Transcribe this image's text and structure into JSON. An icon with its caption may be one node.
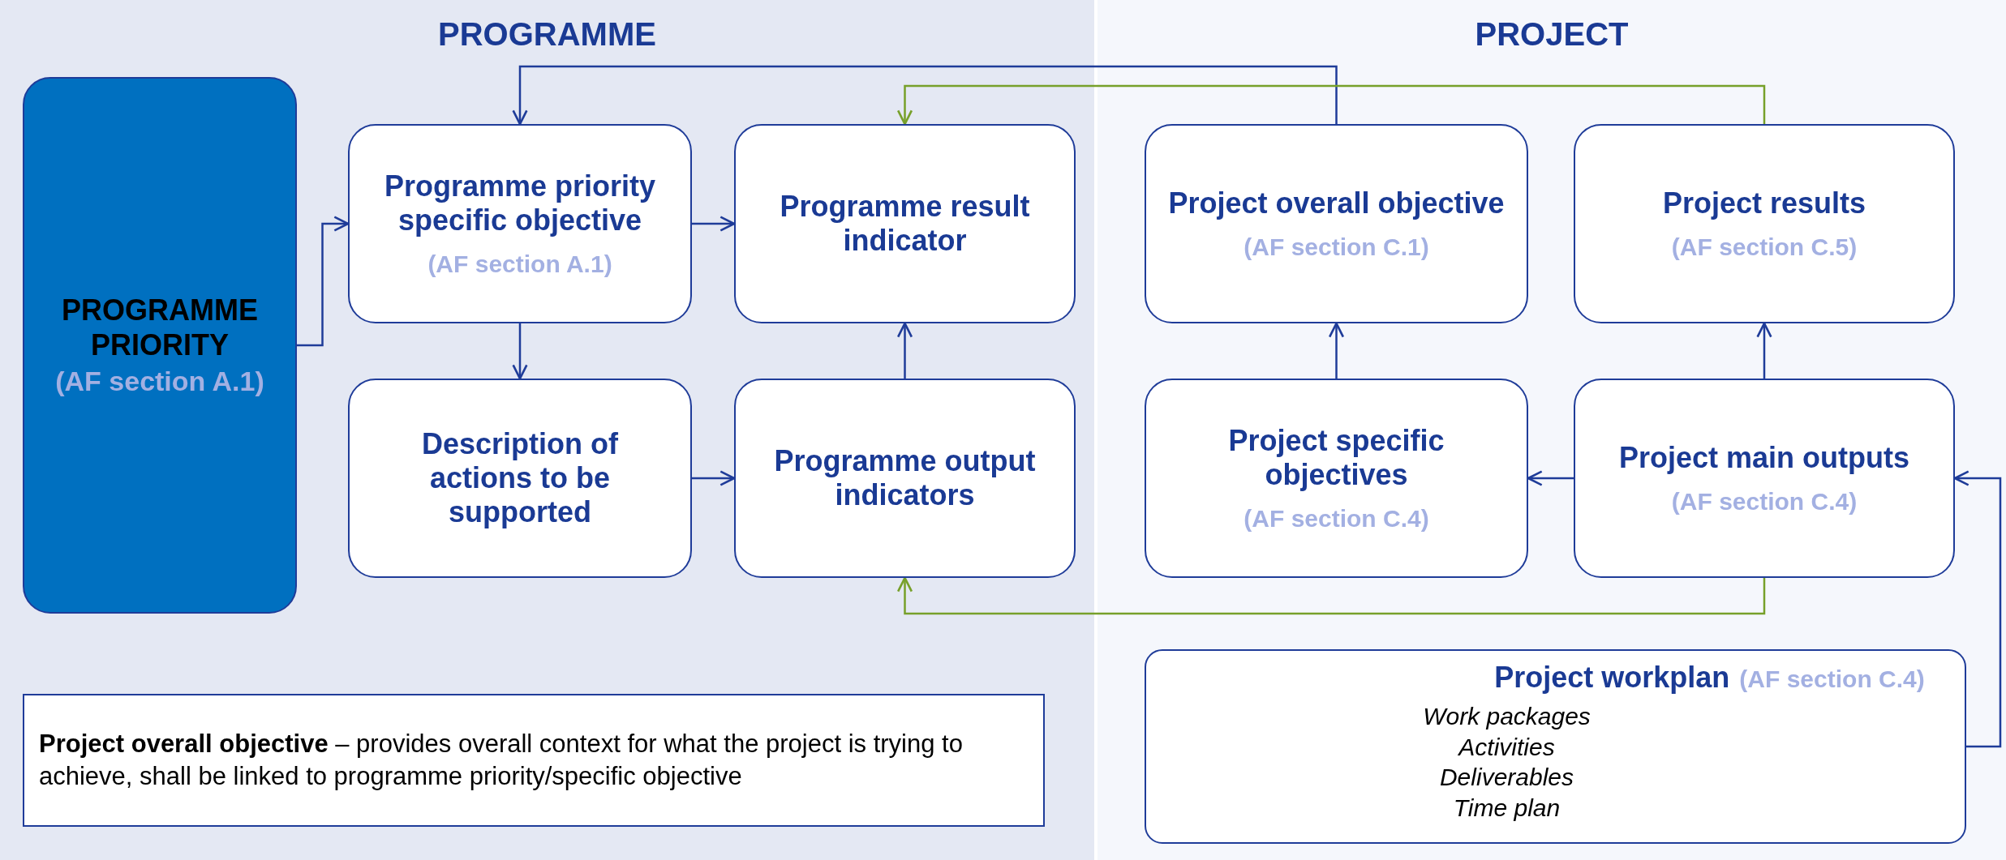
{
  "diagram": {
    "nodes": [
      {
        "text": [
          "PROGRAMME"
        ]
      },
      {
        "text": [
          "PROJECT"
        ]
      },
      {
        "text": [
          "PROGRAMME PRIORITY",
          "(AF section A.1)"
        ],
        "in": 0
      },
      {
        "text": [
          "Programme priority specific objective",
          "(AF section A.1)"
        ],
        "in": 0
      },
      {
        "text": [
          "Programme result indicator"
        ],
        "in": 0
      },
      {
        "text": [
          "Description of actions to be supported"
        ],
        "in": 0
      },
      {
        "text": [
          "Programme output indicators"
        ],
        "in": 0
      },
      {
        "text": [
          "Project overall objective",
          "(AF section C.1)"
        ],
        "in": 1
      },
      {
        "text": [
          "Project results",
          "(AF section C.5)"
        ],
        "in": 1
      },
      {
        "text": [
          "Project specific objectives",
          "(AF section C.4)"
        ],
        "in": 1
      },
      {
        "text": [
          "Project main outputs",
          "(AF section C.4)"
        ],
        "in": 1
      },
      {
        "text": [
          "Project workplan",
          "(AF section C.4)",
          "Work packages",
          "Activities",
          "Deliverables",
          "Time plan"
        ],
        "in": 1
      },
      {
        "text": [
          "**Project overall objective** – provides overall context for what the project is trying to achieve, shall be linked to programme priority/specific objective"
        ],
        "in": 0
      }
    ],
    "edges": [
      {
        "from": 2,
        "to": 3,
        "arrow": "to"
      },
      {
        "from": 3,
        "to": 4,
        "arrow": "to"
      },
      {
        "from": 3,
        "to": 5,
        "arrow": "to"
      },
      {
        "from": 5,
        "to": 6,
        "arrow": "to"
      },
      {
        "from": 6,
        "to": 4,
        "arrow": "to"
      },
      {
        "from": 7,
        "to": 3,
        "arrow": "to"
      },
      {
        "from": 8,
        "to": 4,
        "arrow": "to",
        "color": "#77a02a"
      },
      {
        "from": 10,
        "to": 6,
        "arrow": "to",
        "color": "#77a02a"
      },
      {
        "from": 9,
        "to": 7,
        "arrow": "to"
      },
      {
        "from": 10,
        "to": 8,
        "arrow": "to"
      },
      {
        "from": 10,
        "to": 9,
        "arrow": "to"
      },
      {
        "from": 11,
        "to": 10,
        "arrow": "to"
      }
    ]
  }
}
